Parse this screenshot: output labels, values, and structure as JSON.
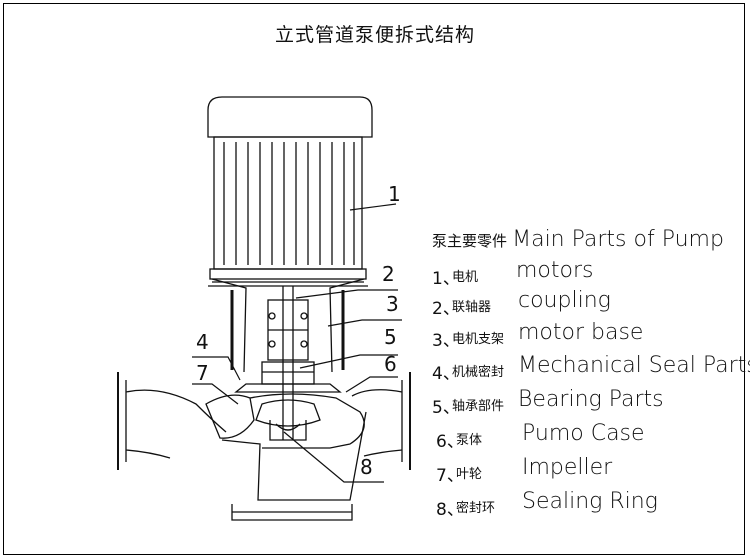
{
  "title": "立式管道泵便拆式结构",
  "legend": {
    "header_cn": "泵主要零件",
    "header_en": "Main Parts of Pump",
    "items": [
      {
        "num": "1、",
        "cn": "电机",
        "en": "motors"
      },
      {
        "num": "2、",
        "cn": "联轴器",
        "en": "coupling"
      },
      {
        "num": "3、",
        "cn": "电机支架",
        "en": "motor base"
      },
      {
        "num": "4、",
        "cn": "机械密封",
        "en": "Mechanical Seal Parts"
      },
      {
        "num": "5、",
        "cn": "轴承部件",
        "en": "Bearing Parts"
      },
      {
        "num": "6、",
        "cn": "泵体",
        "en": "Pumo Case"
      },
      {
        "num": "7、",
        "cn": "叶轮",
        "en": "Impeller"
      },
      {
        "num": "8、",
        "cn": "密封环",
        "en": "Sealing Ring"
      }
    ]
  },
  "callouts": [
    "1",
    "2",
    "3",
    "5",
    "4",
    "6",
    "7",
    "8"
  ]
}
